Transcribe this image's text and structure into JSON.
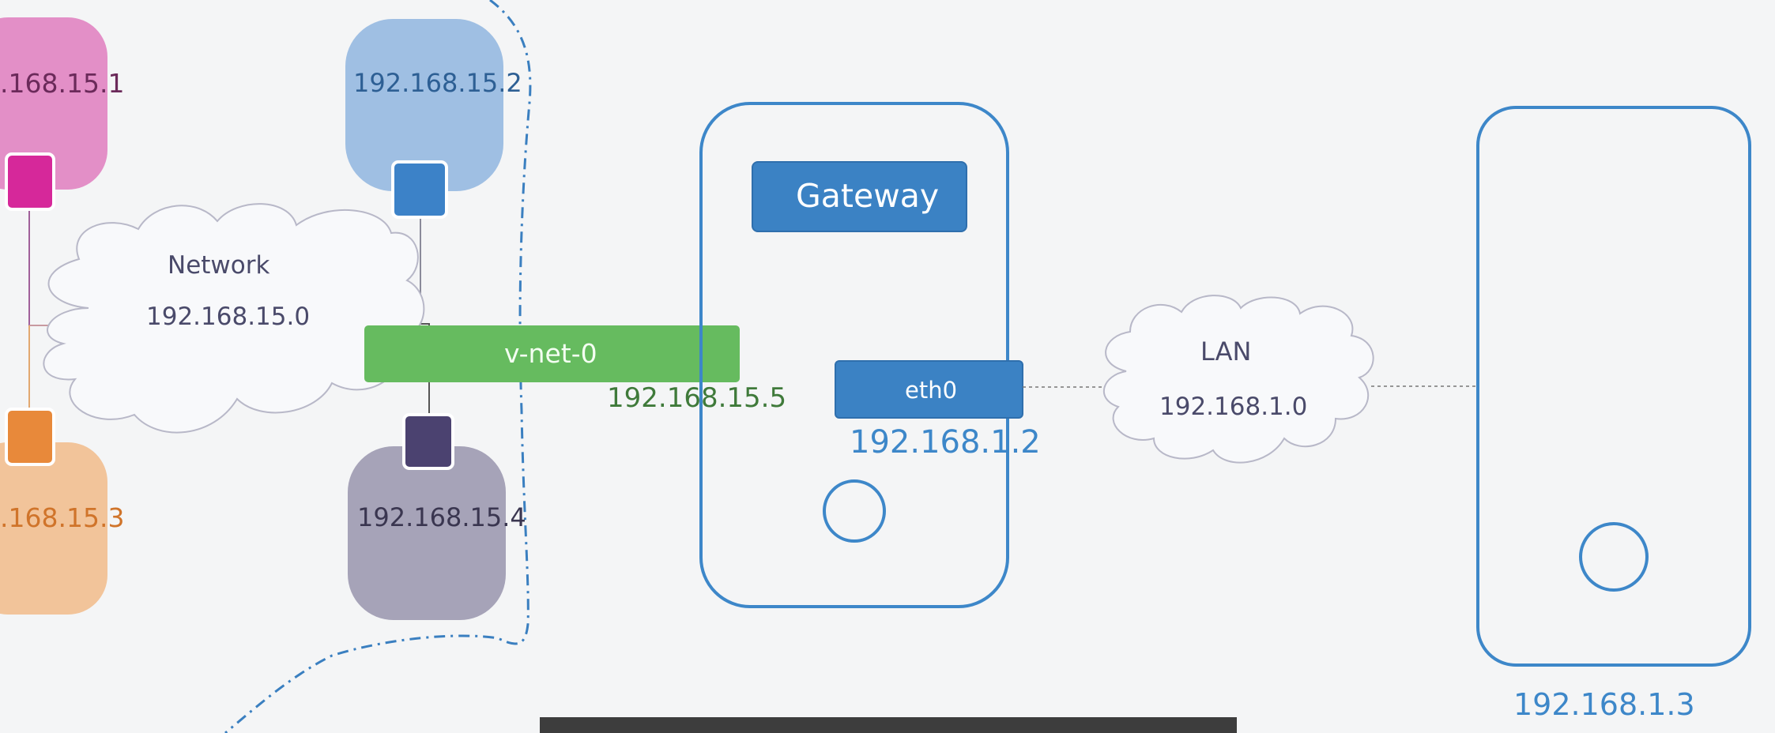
{
  "hosts": {
    "host_1": {
      "ip": ".168.15.1",
      "color": "#e38fc7",
      "port_color": "#d6289a"
    },
    "host_2": {
      "ip": "192.168.15.2",
      "color": "#9fbfe3",
      "port_color": "#3c82c8"
    },
    "host_3": {
      "ip": ".168.15.3",
      "color": "#f2c49a",
      "port_color": "#e8893a"
    },
    "host_4": {
      "ip": "192.168.15.4",
      "color": "#a6a3b8",
      "port_color": "#4b4270"
    }
  },
  "network_cloud": {
    "label": "Network",
    "ip": "192.168.15.0"
  },
  "vnet": {
    "label": "v-net-0",
    "ip": "192.168.15.5",
    "color": "#66bb5f"
  },
  "gateway": {
    "title": "Gateway",
    "interface": "eth0",
    "interface_ip": "192.168.1.2",
    "color": "#3b82c4"
  },
  "lan_cloud": {
    "label": "LAN",
    "ip": "192.168.1.0"
  },
  "lan_host": {
    "ip": "192.168.1.3"
  },
  "subtitle": {
    "visible": true
  }
}
